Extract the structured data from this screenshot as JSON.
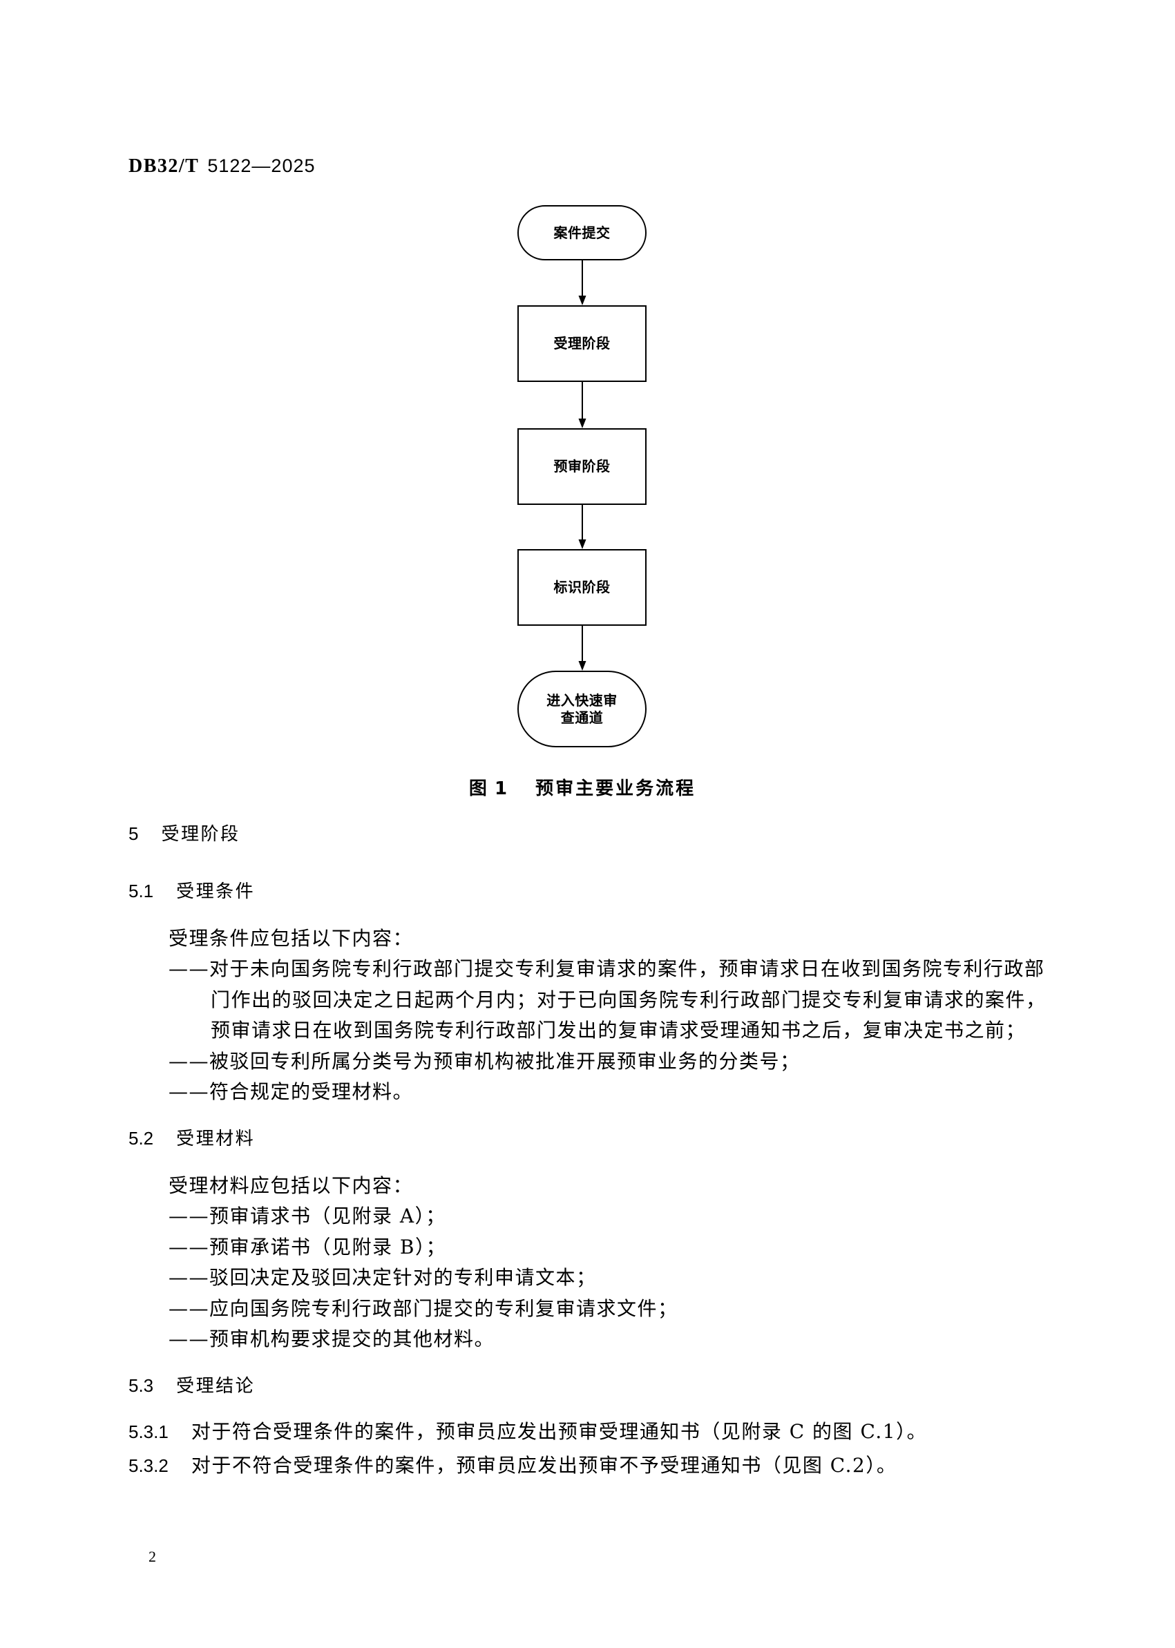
{
  "header": {
    "prefix": "DB32/T",
    "number": "5122—2025"
  },
  "flowchart": {
    "start": "案件提交",
    "steps": [
      "受理阶段",
      "预审阶段",
      "标识阶段"
    ],
    "end_lines": [
      "进入快速审",
      "查通道"
    ],
    "caption_number": "图 1",
    "caption_title": "预审主要业务流程"
  },
  "section": {
    "number": "5",
    "title": "受理阶段",
    "subsections": [
      {
        "number": "5.1",
        "title": "受理条件",
        "intro": "受理条件应包括以下内容：",
        "items": [
          [
            "——对于未向国务院专利行政部门提交专利复审请求的案件，预审请求日在收到国务院专利行政部",
            "门作出的驳回决定之日起两个月内；对于已向国务院专利行政部门提交专利复审请求的案件，",
            "预审请求日在收到国务院专利行政部门发出的复审请求受理通知书之后，复审决定书之前；"
          ],
          [
            "——被驳回专利所属分类号为预审机构被批准开展预审业务的分类号；"
          ],
          [
            "——符合规定的受理材料。"
          ]
        ]
      },
      {
        "number": "5.2",
        "title": "受理材料",
        "intro": "受理材料应包括以下内容：",
        "items": [
          [
            "——预审请求书（见附录 A）；"
          ],
          [
            "——预审承诺书（见附录 B）；"
          ],
          [
            "——驳回决定及驳回决定针对的专利申请文本；"
          ],
          [
            "——应向国务院专利行政部门提交的专利复审请求文件；"
          ],
          [
            "——预审机构要求提交的其他材料。"
          ]
        ]
      },
      {
        "number": "5.3",
        "title": "受理结论",
        "clauses": [
          {
            "number": "5.3.1",
            "text": "对于符合受理条件的案件，预审员应发出预审受理通知书（见附录 C 的图 C.1）。"
          },
          {
            "number": "5.3.2",
            "text": "对于不符合受理条件的案件，预审员应发出预审不予受理通知书（见图 C.2）。"
          }
        ]
      }
    ]
  },
  "page_number": "2"
}
